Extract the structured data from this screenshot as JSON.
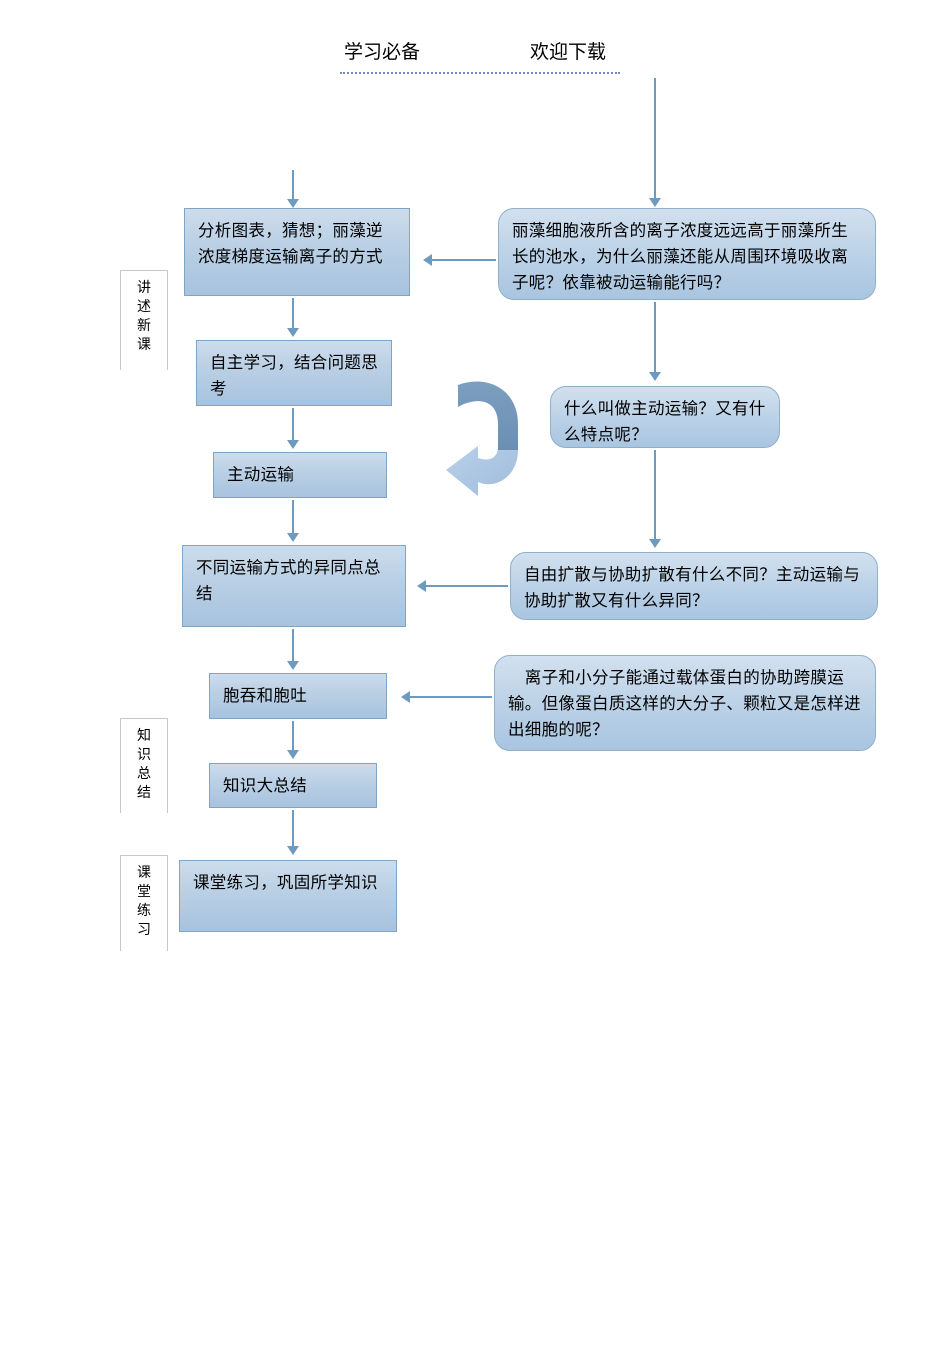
{
  "header": {
    "left_text": "学习必备",
    "right_text": "欢迎下载"
  },
  "stages": [
    {
      "id": "stage-teach",
      "label": "讲述新课"
    },
    {
      "id": "stage-summary",
      "label": "知识总结"
    },
    {
      "id": "stage-practice",
      "label": "课堂练习"
    }
  ],
  "left_boxes": [
    {
      "id": "box-analyze",
      "text": "分析图表，猜想；丽藻逆浓度梯度运输离子的方式"
    },
    {
      "id": "box-selfstudy",
      "text": "自主学习，结合问题思考"
    },
    {
      "id": "box-active",
      "text": "主动运输"
    },
    {
      "id": "box-compare",
      "text": "不同运输方式的异同点总结"
    },
    {
      "id": "box-endocyt",
      "text": "胞吞和胞吐"
    },
    {
      "id": "box-bigsum",
      "text": "知识大总结"
    },
    {
      "id": "box-exercise",
      "text": "课堂练习，巩固所学知识"
    }
  ],
  "right_boxes": [
    {
      "id": "q-ion-concentration",
      "text": "丽藻细胞液所含的离子浓度远远高于丽藻所生长的池水，为什么丽藻还能从周围环境吸收离子呢？依靠被动运输能行吗？"
    },
    {
      "id": "q-what-is-active",
      "text": "什么叫做主动运输？又有什么特点呢？"
    },
    {
      "id": "q-diffusion-diff",
      "text": "自由扩散与协助扩散有什么不同？主动运输与协助扩散又有什么异同？"
    },
    {
      "id": "q-macromolecule",
      "text": "　离子和小分子能通过载体蛋白的协助跨膜运输。但像蛋白质这样的大分子、颗粒又是怎样进出细胞的呢？"
    }
  ],
  "colors": {
    "connector": "#6d9bc0",
    "box_border": "#7fa5c6",
    "box_fill_top": "#cddcec",
    "box_fill_bottom": "#a8c3de",
    "header_rule": "#7b86c4",
    "curved_arrow_dark": "#6e94b7",
    "curved_arrow_light": "#a9c4e0"
  }
}
